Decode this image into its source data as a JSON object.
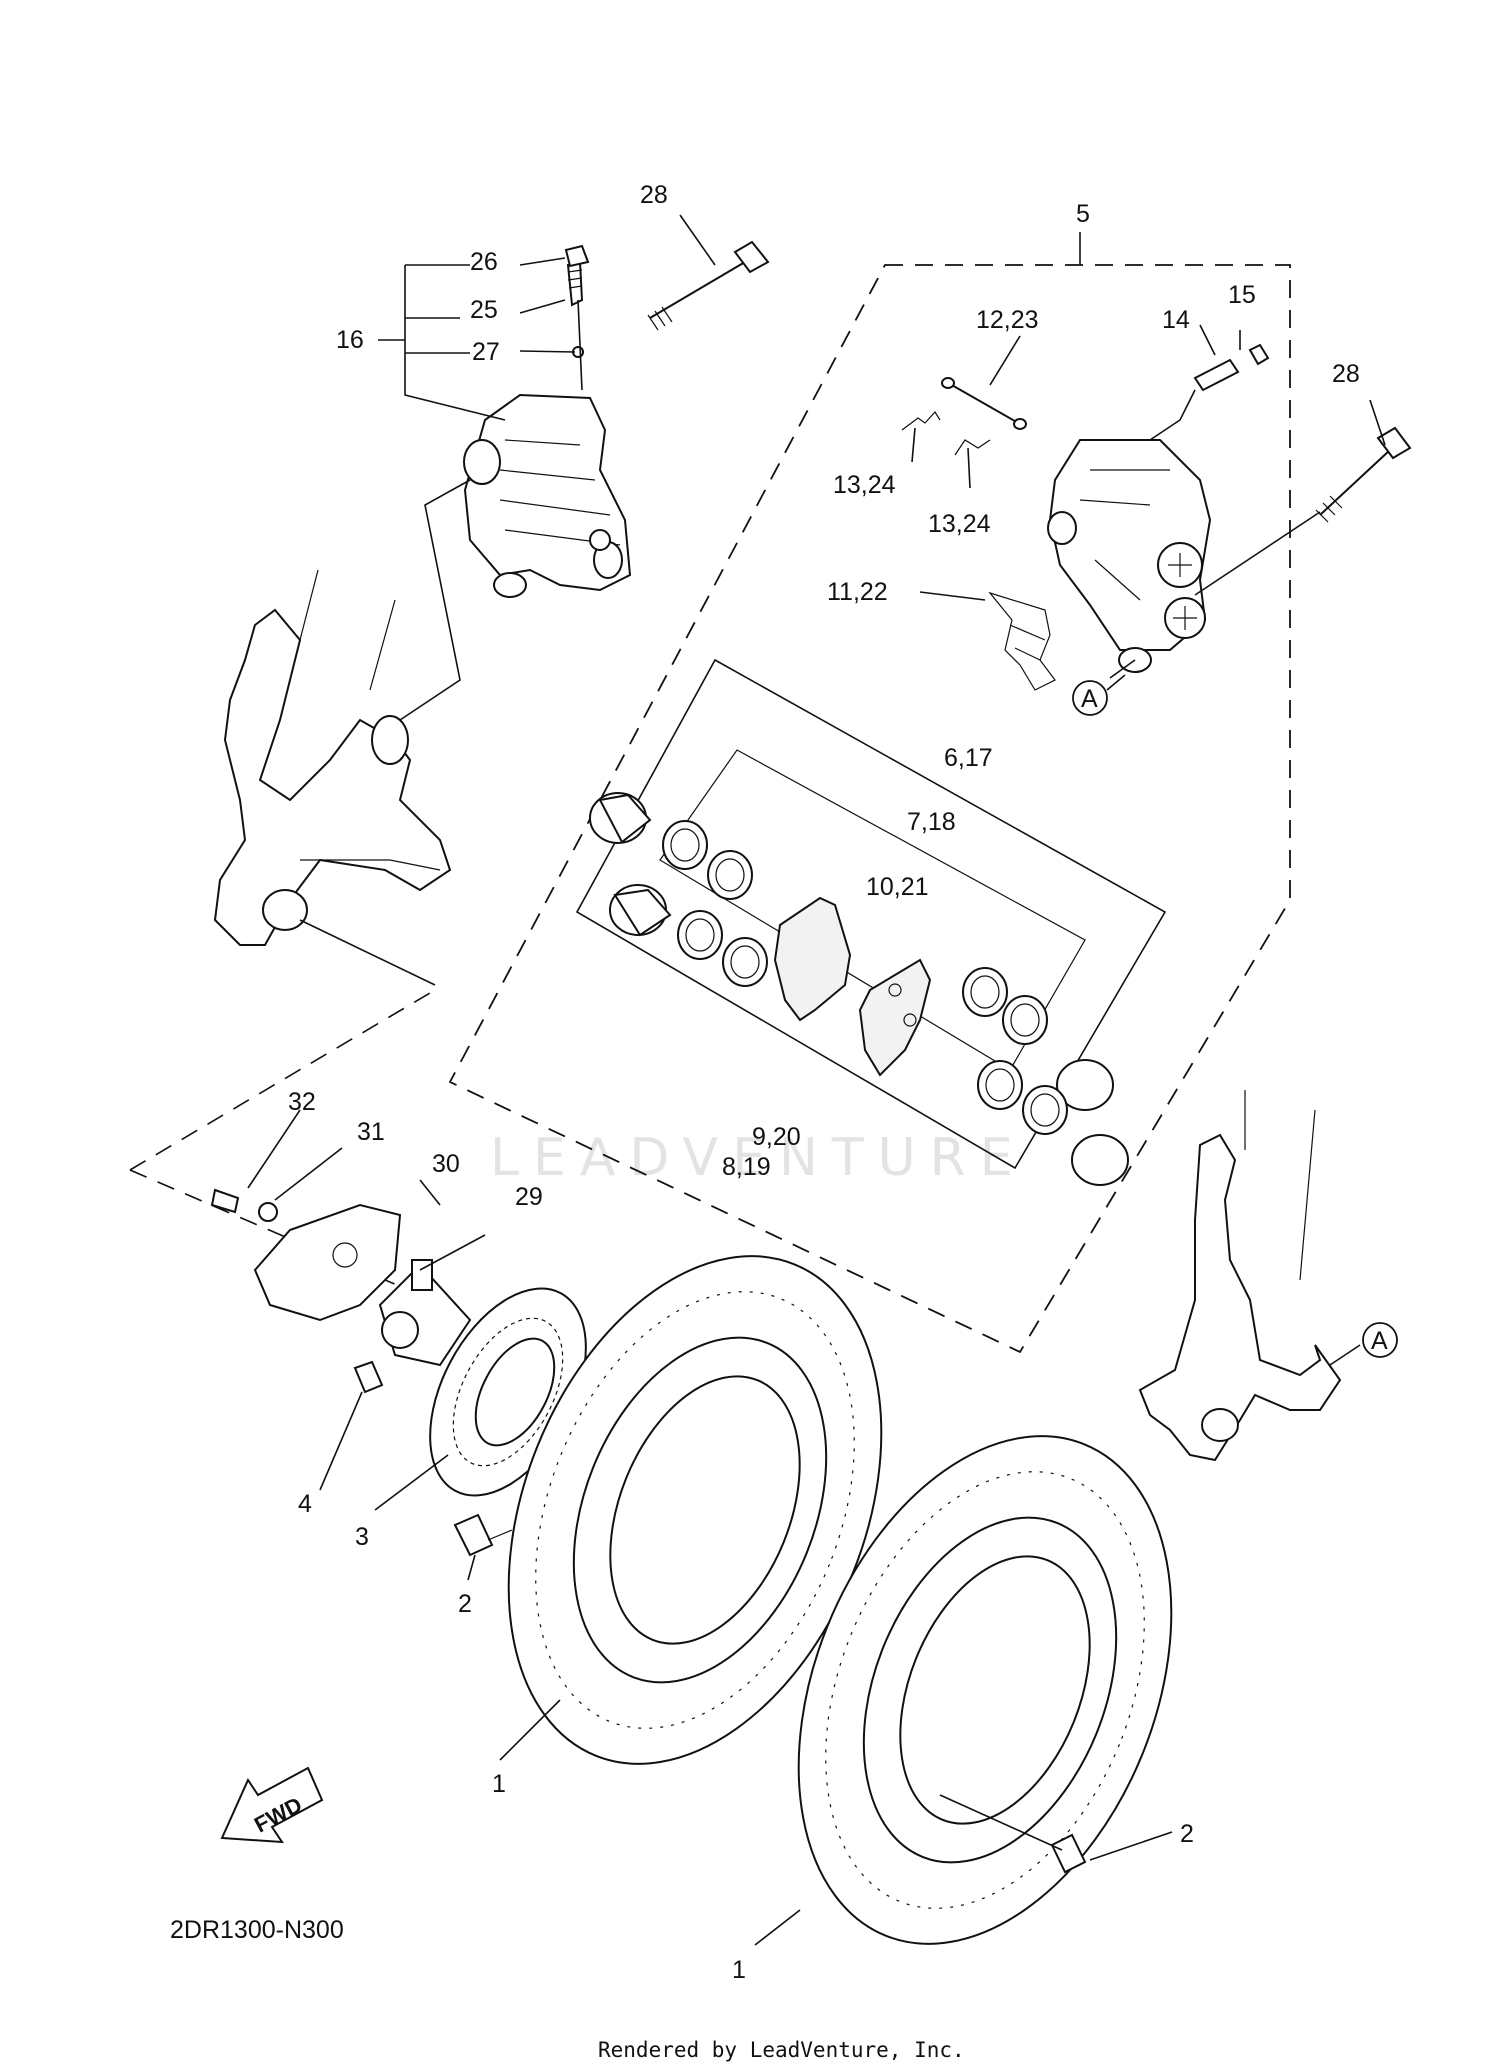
{
  "diagram": {
    "code": "2DR1300-N300",
    "rendered_by": "Rendered by LeadVenture, Inc.",
    "watermark": "LEADVENTURE",
    "fwd_label": "FWD",
    "ref_marker": "A",
    "labels": {
      "l1a": "1",
      "l1b": "1",
      "l2a": "2",
      "l2b": "2",
      "l3": "3",
      "l4": "4",
      "l5": "5",
      "l6_17": "6,17",
      "l7_18": "7,18",
      "l8_19": "8,19",
      "l9_20": "9,20",
      "l10_21": "10,21",
      "l11_22": "11,22",
      "l12_23": "12,23",
      "l13_24a": "13,24",
      "l13_24b": "13,24",
      "l14": "14",
      "l15": "15",
      "l16": "16",
      "l25": "25",
      "l26": "26",
      "l27": "27",
      "l28a": "28",
      "l28b": "28",
      "l29": "29",
      "l30": "30",
      "l31": "31",
      "l32": "32"
    }
  }
}
